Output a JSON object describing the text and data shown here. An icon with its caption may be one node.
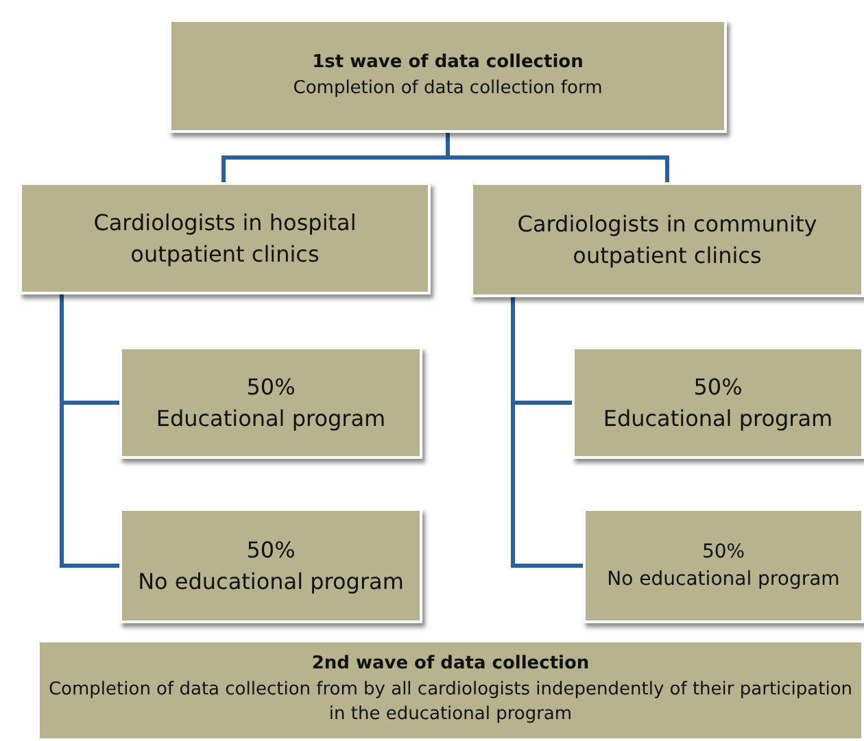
{
  "diagram": {
    "nodes": [
      {
        "text": [
          "1st wave of data collection",
          "Completion of data collection form"
        ]
      },
      {
        "text": [
          "Cardiologists in hospital outpatient clinics"
        ]
      },
      {
        "text": [
          "Cardiologists in community outpatient clinics"
        ]
      },
      {
        "text": [
          "50%",
          "Educational program"
        ]
      },
      {
        "text": [
          "50%",
          "No educational program"
        ]
      },
      {
        "text": [
          "50%",
          "Educational program"
        ]
      },
      {
        "text": [
          "50%",
          "No educational program"
        ]
      },
      {
        "text": [
          "2nd wave of data collection",
          "Completion of data collection from by all cardiologists independently of their participation in the educational program"
        ]
      }
    ],
    "edges": [
      {
        "from": 0,
        "to": 1,
        "arrow": "none"
      },
      {
        "from": 0,
        "to": 2,
        "arrow": "none"
      },
      {
        "from": 1,
        "to": 3,
        "arrow": "none"
      },
      {
        "from": 1,
        "to": 4,
        "arrow": "none"
      },
      {
        "from": 2,
        "to": 5,
        "arrow": "none"
      },
      {
        "from": 2,
        "to": 6,
        "arrow": "none"
      }
    ]
  }
}
